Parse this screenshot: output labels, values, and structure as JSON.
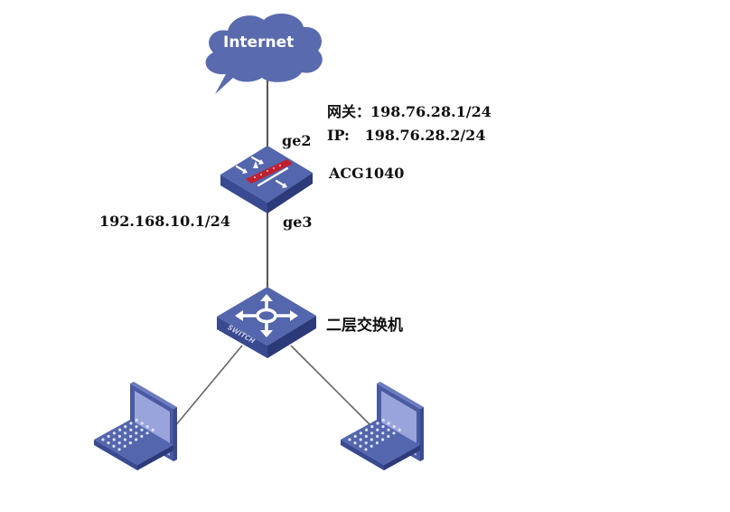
{
  "diagram": {
    "title": "",
    "colors": {
      "device_top": "#5466ad",
      "device_side": "#3a4a90",
      "device_dark": "#2d3a7a",
      "cloud": "#5a6aae",
      "firewall_bar": "#c0202e",
      "screen": "#9aa4dc",
      "link": "#555555"
    },
    "nodes": {
      "internet": {
        "label": "Internet",
        "type": "cloud"
      },
      "firewall": {
        "label": "ACG1040",
        "type": "firewall"
      },
      "switch": {
        "label": "二层交换机",
        "badge": "SWITCH",
        "type": "switch"
      },
      "laptop_left": {
        "label": "",
        "type": "laptop"
      },
      "laptop_right": {
        "label": "",
        "type": "laptop"
      }
    },
    "interfaces": {
      "wan_port": "ge2",
      "lan_port": "ge3"
    },
    "addresses": {
      "gateway_line": "网关：198.76.28.1/24",
      "ip_line": "IP:   198.76.28.2/24",
      "lan_ip": "192.168.10.1/24"
    },
    "links": [
      {
        "from": "internet",
        "to": "firewall",
        "port": "ge2"
      },
      {
        "from": "firewall",
        "to": "switch",
        "port": "ge3"
      },
      {
        "from": "switch",
        "to": "laptop_left"
      },
      {
        "from": "switch",
        "to": "laptop_right"
      }
    ]
  }
}
